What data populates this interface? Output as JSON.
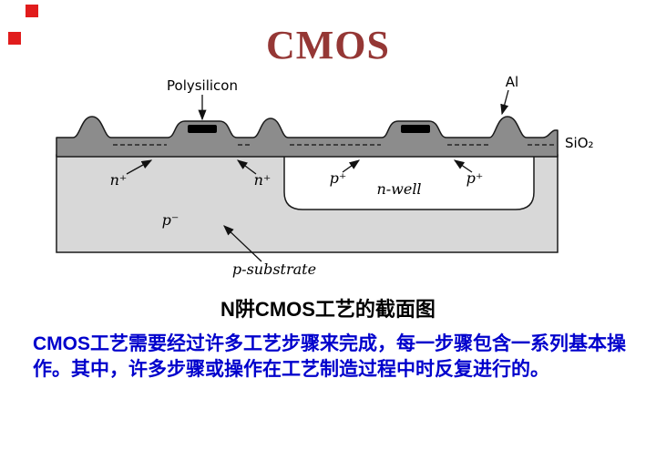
{
  "slide": {
    "title": "CMOS",
    "caption": "N阱CMOS工艺的截面图",
    "body": "CMOS工艺需要经过许多工艺步骤来完成，每一步骤包含一系列基本操作。其中，许多步骤或操作在工艺制造过程中时反复进行的。"
  },
  "diagram": {
    "labels": {
      "polysilicon": "Polysilicon",
      "al": "Al",
      "sio2": "SiO₂",
      "n_plus_left": "n⁺",
      "n_plus_right": "n⁺",
      "p_plus_left": "p⁺",
      "p_plus_right": "p⁺",
      "n_well": "n-well",
      "p_minus_substrate": "p⁻",
      "p_substrate": "p-substrate"
    },
    "colors": {
      "oxide_metal_gray": "#8c8c8c",
      "substrate_gray": "#d8d8d8",
      "n_well_fill": "#ffffff",
      "gate_black": "#000000",
      "outline": "#1a1a1a"
    }
  },
  "decor": {
    "accent_red": "#e11c1c",
    "title_color": "#953735",
    "body_text_color": "#0000cc"
  }
}
